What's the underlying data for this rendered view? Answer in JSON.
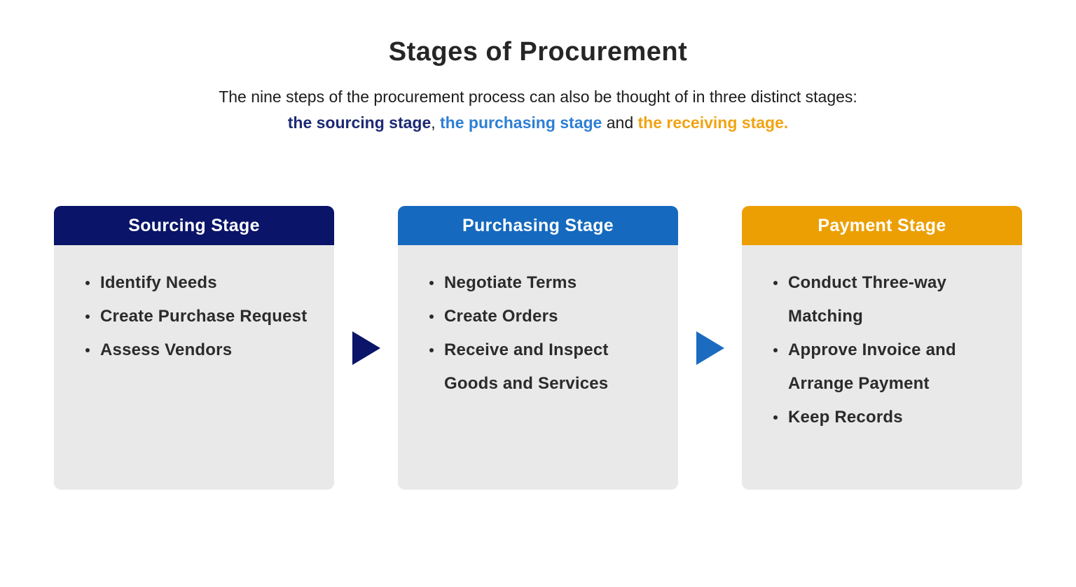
{
  "intro": {
    "title": "Stages of Procurement",
    "subtitle_line1": "The nine steps of the procurement process can also be thought of in three distinct stages:",
    "subtitle_phrases": {
      "sourcing": "the sourcing stage",
      "separator": ", ",
      "purchasing": "the purchasing stage",
      "conjunction": " and ",
      "receiving": "the receiving stage."
    }
  },
  "colors": {
    "navy": "#0a1468",
    "blue": "#1569be",
    "orange": "#ec9f02",
    "navy_text": "#1d2a74",
    "blue_text": "#2e7fd4",
    "orange_text": "#f0a413",
    "card_body_bg": "#e9e9e9",
    "title_text": "#262626",
    "item_text": "#2b2b2b"
  },
  "cards": [
    {
      "title": "Sourcing Stage",
      "header_color": "#0a1468",
      "items": [
        "Identify Needs",
        "Create Purchase Request",
        "Assess Vendors"
      ]
    },
    {
      "title": "Purchasing Stage",
      "header_color": "#1569be",
      "items": [
        "Negotiate Terms",
        "Create Orders",
        "Receive and Inspect Goods and Services"
      ]
    },
    {
      "title": "Payment Stage",
      "header_color": "#ec9f02",
      "items": [
        "Conduct Three-way Matching",
        "Approve Invoice and Arrange Payment",
        "Keep Records"
      ]
    }
  ],
  "arrows": [
    {
      "name": "arrow-sourcing-to-purchasing",
      "color": "#0a1468"
    },
    {
      "name": "arrow-purchasing-to-payment",
      "color": "#1b6cc1"
    }
  ]
}
